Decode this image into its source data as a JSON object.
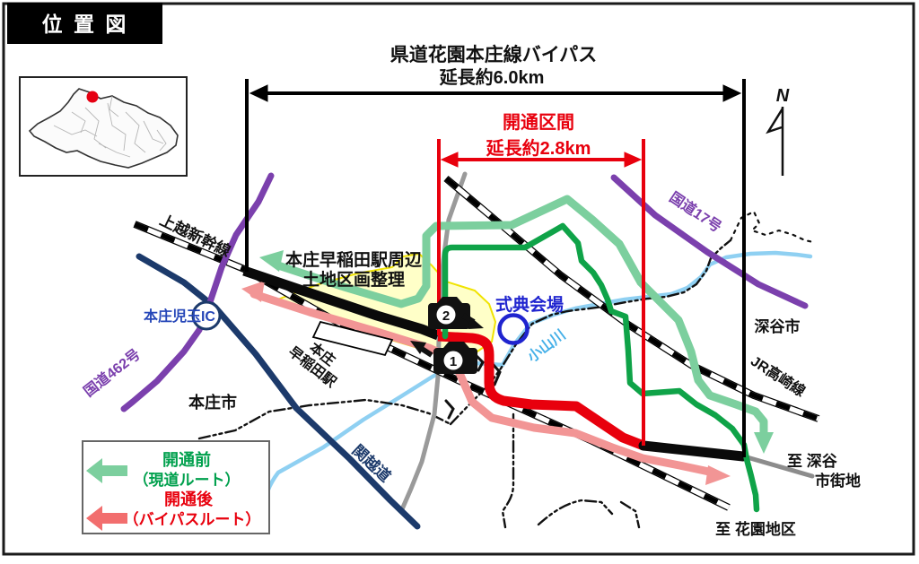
{
  "frame": {
    "title": "位 置 図"
  },
  "header": {
    "line1": "県道花園本庄線バイパス",
    "line2": "延長約6.0km"
  },
  "opening_section": {
    "line1": "開通区間",
    "line2": "延長約2.8km"
  },
  "map_labels": {
    "joetsu_shinkansen": "上越新幹線",
    "kokudo_462": "国道462号",
    "kokudo_17": "国道17号",
    "honjo_kodama_ic": "本庄児玉IC",
    "honjo_city": "本庄市",
    "fukaya_city": "深谷市",
    "kanetsu_expressway": "関越道",
    "jr_takasaki_line": "JR高崎線",
    "koyama_river": "小山川",
    "ceremony_site": "式典会場",
    "land_readjustment_1": "本庄早稲田駅周辺",
    "land_readjustment_2": "土地区画整理",
    "station_line1": "本庄",
    "station_line2": "早稲田駅",
    "to_fukaya_1": "至 深谷",
    "to_fukaya_2": "市街地",
    "to_hanazono": "至 花園地区",
    "north": "N"
  },
  "photo_markers": {
    "camera1": "1",
    "camera2": "2"
  },
  "legend": {
    "before_title": "開通前",
    "before_sub": "（現道ルート）",
    "after_title": "開通後",
    "after_sub": "（バイパスルート）"
  },
  "colors": {
    "opened_route_red": "#e8000d",
    "current_route_green": "#0fa348",
    "before_arrow_green": "#7ccf9e",
    "after_arrow_pink": "#f29595",
    "national_road_purple": "#7b40ad",
    "expressway_navy": "#1c3a6b",
    "river_blue": "#8fd0f2",
    "district_yellow": "#ffffc8",
    "marker_blue": "#1f24cf"
  }
}
